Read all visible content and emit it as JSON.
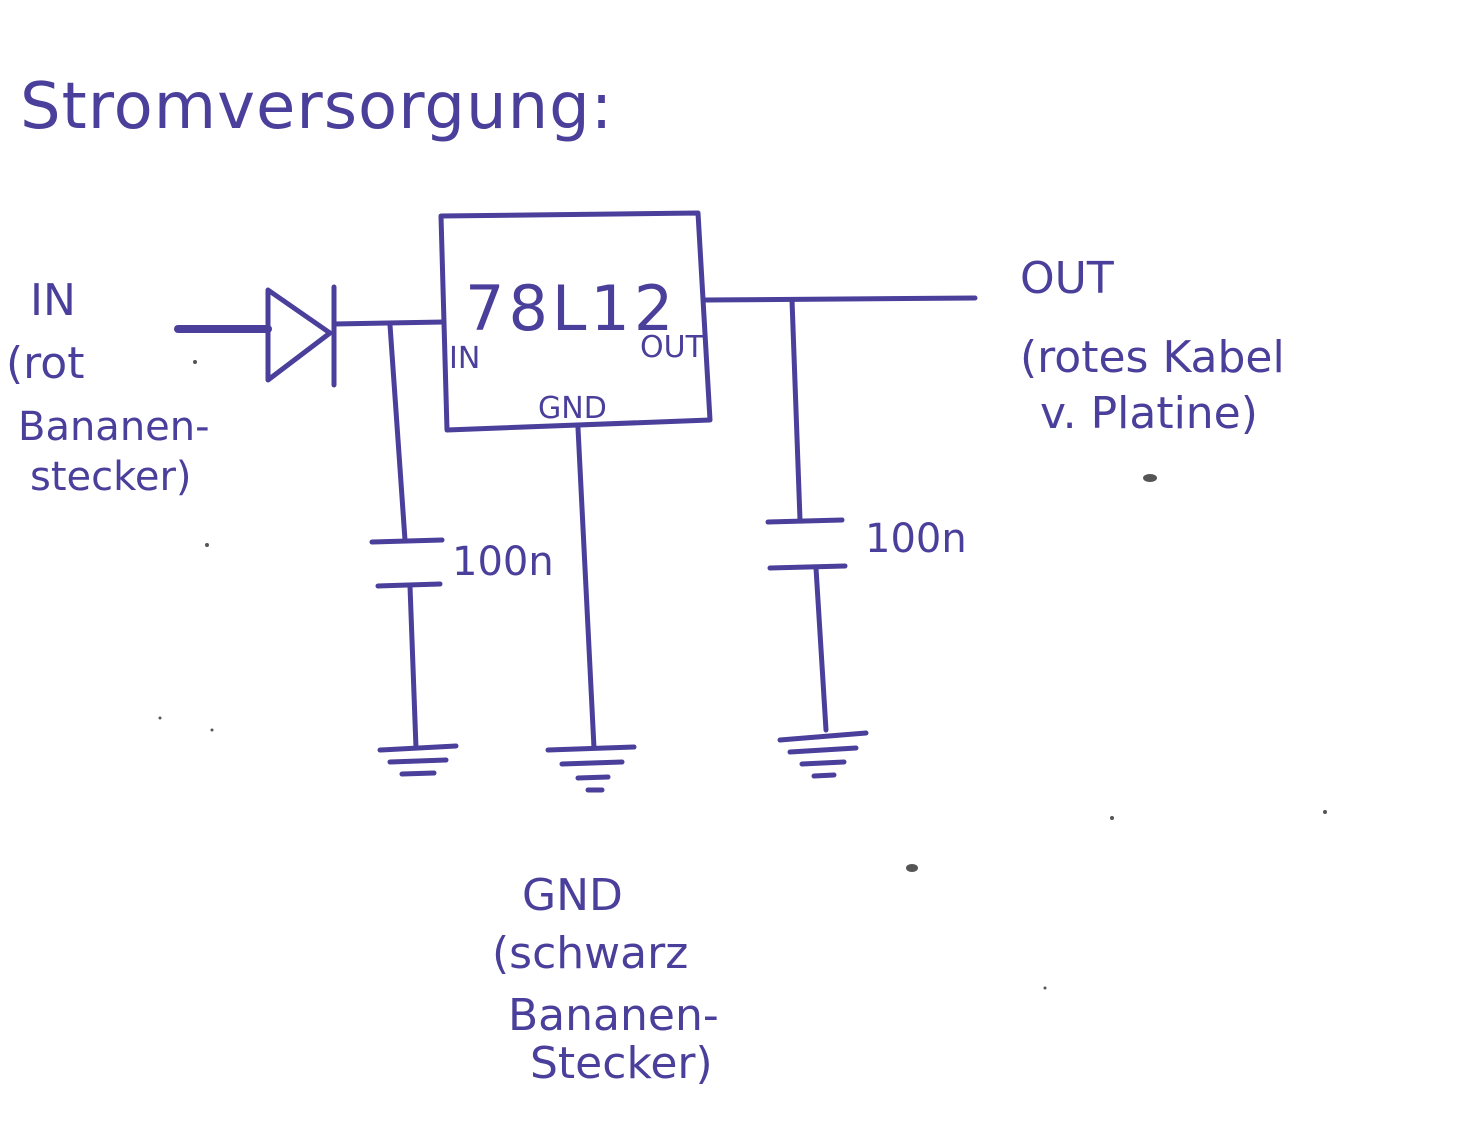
{
  "title": "Stromversorgung:",
  "input": {
    "lines": [
      "IN",
      "(rot",
      "Bananen-",
      "stecker)"
    ]
  },
  "regulator": {
    "name": "78L12",
    "pin_in": "IN",
    "pin_out": "OUT",
    "pin_gnd": "GND"
  },
  "output": {
    "lines": [
      "OUT",
      "(rotes Kabel",
      "v. Platine)"
    ]
  },
  "capacitors": {
    "input_value": "100n",
    "output_value": "100n"
  },
  "ground": {
    "lines": [
      "GND",
      "(schwarz",
      "Bananen-",
      "Stecker)"
    ]
  },
  "colors": {
    "ink": "#4a3f9a",
    "paper": "#ffffff"
  }
}
